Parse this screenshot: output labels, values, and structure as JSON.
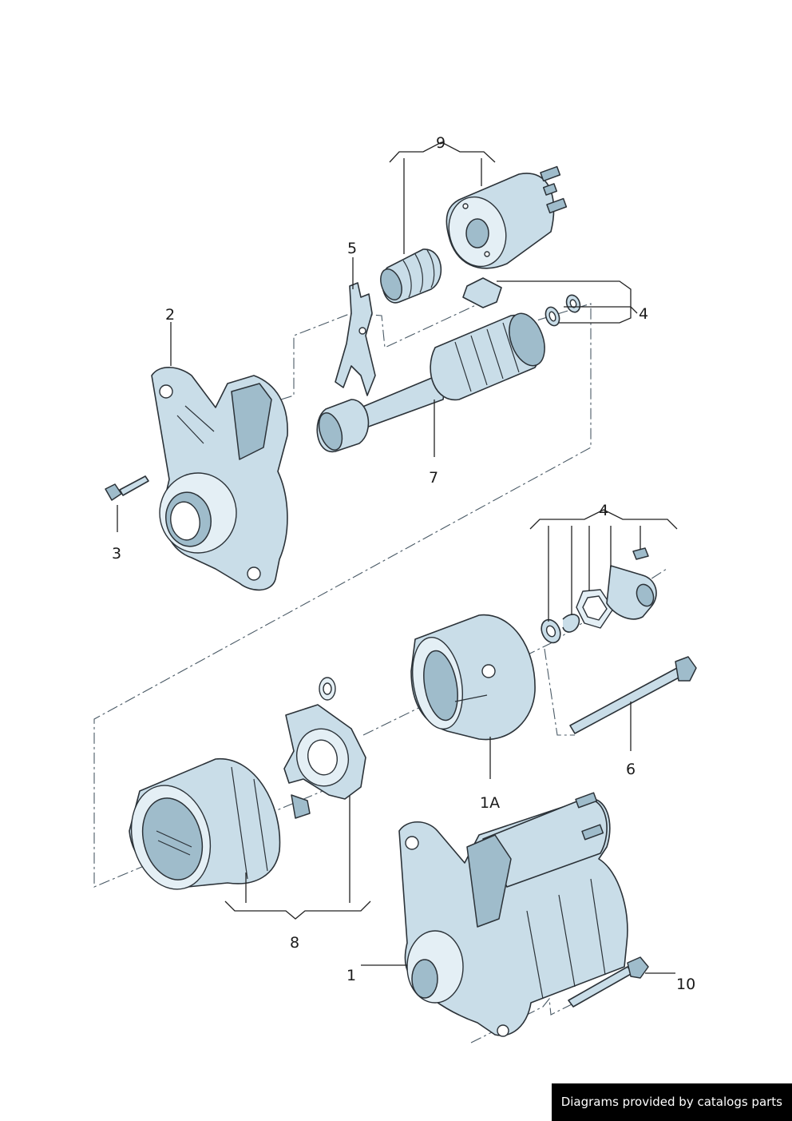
{
  "callouts": {
    "c1": "1",
    "c1a": "1A",
    "c2": "2",
    "c3": "3",
    "c4_top": "4",
    "c4_mid": "4",
    "c5": "5",
    "c6": "6",
    "c7": "7",
    "c8": "8",
    "c9": "9",
    "c10": "10"
  },
  "footer": {
    "credit": "Diagrams provided by catalogs parts"
  },
  "colors": {
    "part_fill": "#c9dde8",
    "part_shade": "#9fbccb",
    "part_outline": "#2b3238",
    "credit_bg": "#000000",
    "credit_text": "#ffffff"
  }
}
